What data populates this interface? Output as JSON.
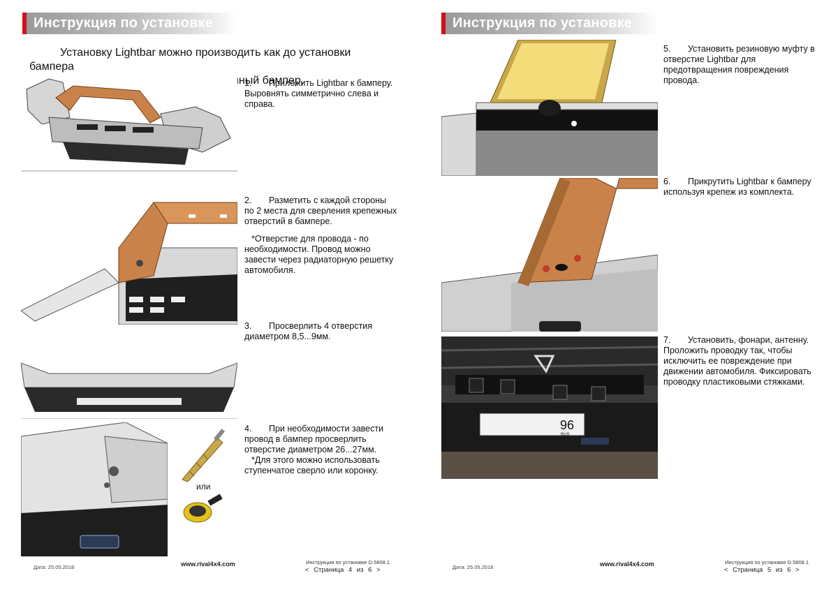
{
  "left": {
    "header": "Инструкция по установке",
    "intro": {
      "line1": "Установку Lightbar можно производить как до установки бампера",
      "line2": "на автомобиль, так и на уже установленный бампер."
    },
    "steps": [
      {
        "num": "1.",
        "text": "Приложить Lightbar к бамперу. Выровнять симметрично слева и справа."
      },
      {
        "num": "2.",
        "text": "Разметить с каждой стороны по 2 места для сверления крепежных отверстий в бампере.",
        "note": "*Отверстие для провода - по необходимости. Провод можно завести через радиаторную решетку автомобиля."
      },
      {
        "num": "3.",
        "text": "Просверлить 4 отверстия диаметром 8,5...9мм."
      },
      {
        "num": "4.",
        "text": "При необходимости завести провод в бампер просверлить отверстие диаметром 26...27мм.",
        "note": "*Для этого можно использовать ступенчатое сверло или коронку."
      }
    ],
    "or_label": "или",
    "footer": {
      "date": "Дата: 25.05.2018",
      "site": "www.rival4x4.com",
      "doc": "Инструкция по установке D.5808.1",
      "page": "<  Страница  4  из  6  >"
    }
  },
  "right": {
    "header": "Инструкция по установке",
    "steps": [
      {
        "num": "5.",
        "text": "Установить резиновую муфту в отверстие Lightbar для предотвращения повреждения провода."
      },
      {
        "num": "6.",
        "text": "Прикрутить Lightbar к бамперу используя крепеж из комплекта."
      },
      {
        "num": "7.",
        "text": "Установить, фонари, антенну. Проложить проводку так, чтобы исключить ее повреждение при движении автомобиля. Фиксировать проводку пластиковыми стяжками."
      }
    ],
    "plate": {
      "number": "96",
      "region": "RUS"
    },
    "footer": {
      "date": "Дата: 25.05.2018",
      "site": "www.rival4x4.com",
      "doc": "Инструкция по установке D.5808.1",
      "page": "<  Страница  5  из  6  >"
    }
  },
  "colors": {
    "accent": "#d0111b",
    "bar_orange": "#c9834a",
    "led_yellow": "#f4dc7a"
  },
  "icons": {
    "brand_logo": "rival-logo-icon",
    "step_drill": "step-drill-icon",
    "hole_saw": "hole-saw-icon"
  }
}
